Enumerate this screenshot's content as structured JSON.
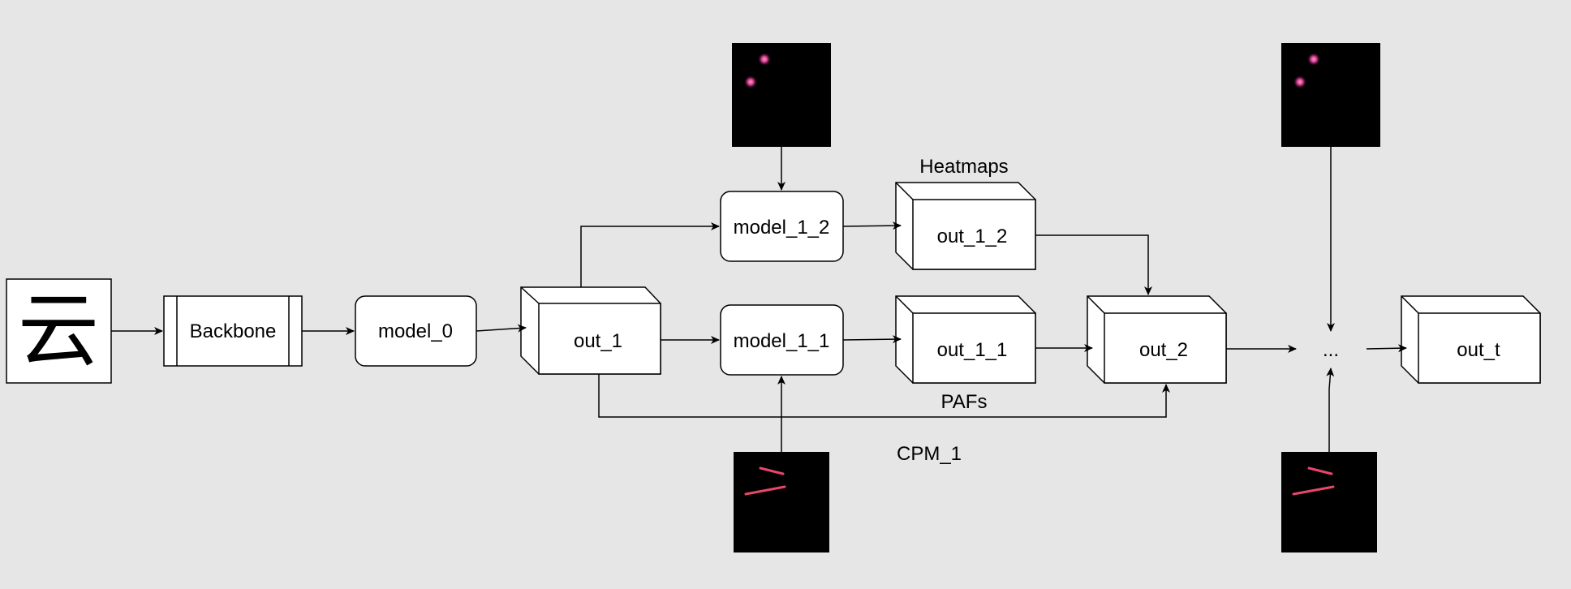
{
  "input_glyph": "云",
  "nodes": {
    "backbone": "Backbone",
    "model_0": "model_0",
    "out_1": "out_1",
    "model_1_1": "model_1_1",
    "model_1_2": "model_1_2",
    "out_1_1": "out_1_1",
    "out_1_2": "out_1_2",
    "out_2": "out_2",
    "ellipsis": "...",
    "out_t": "out_t"
  },
  "labels": {
    "heatmaps": "Heatmaps",
    "pafs": "PAFs",
    "cpm": "CPM_1"
  },
  "colors": {
    "background": "#e6e6e6",
    "heatmap_dot": "#d63c8c",
    "paf_line": "#e8466a"
  }
}
